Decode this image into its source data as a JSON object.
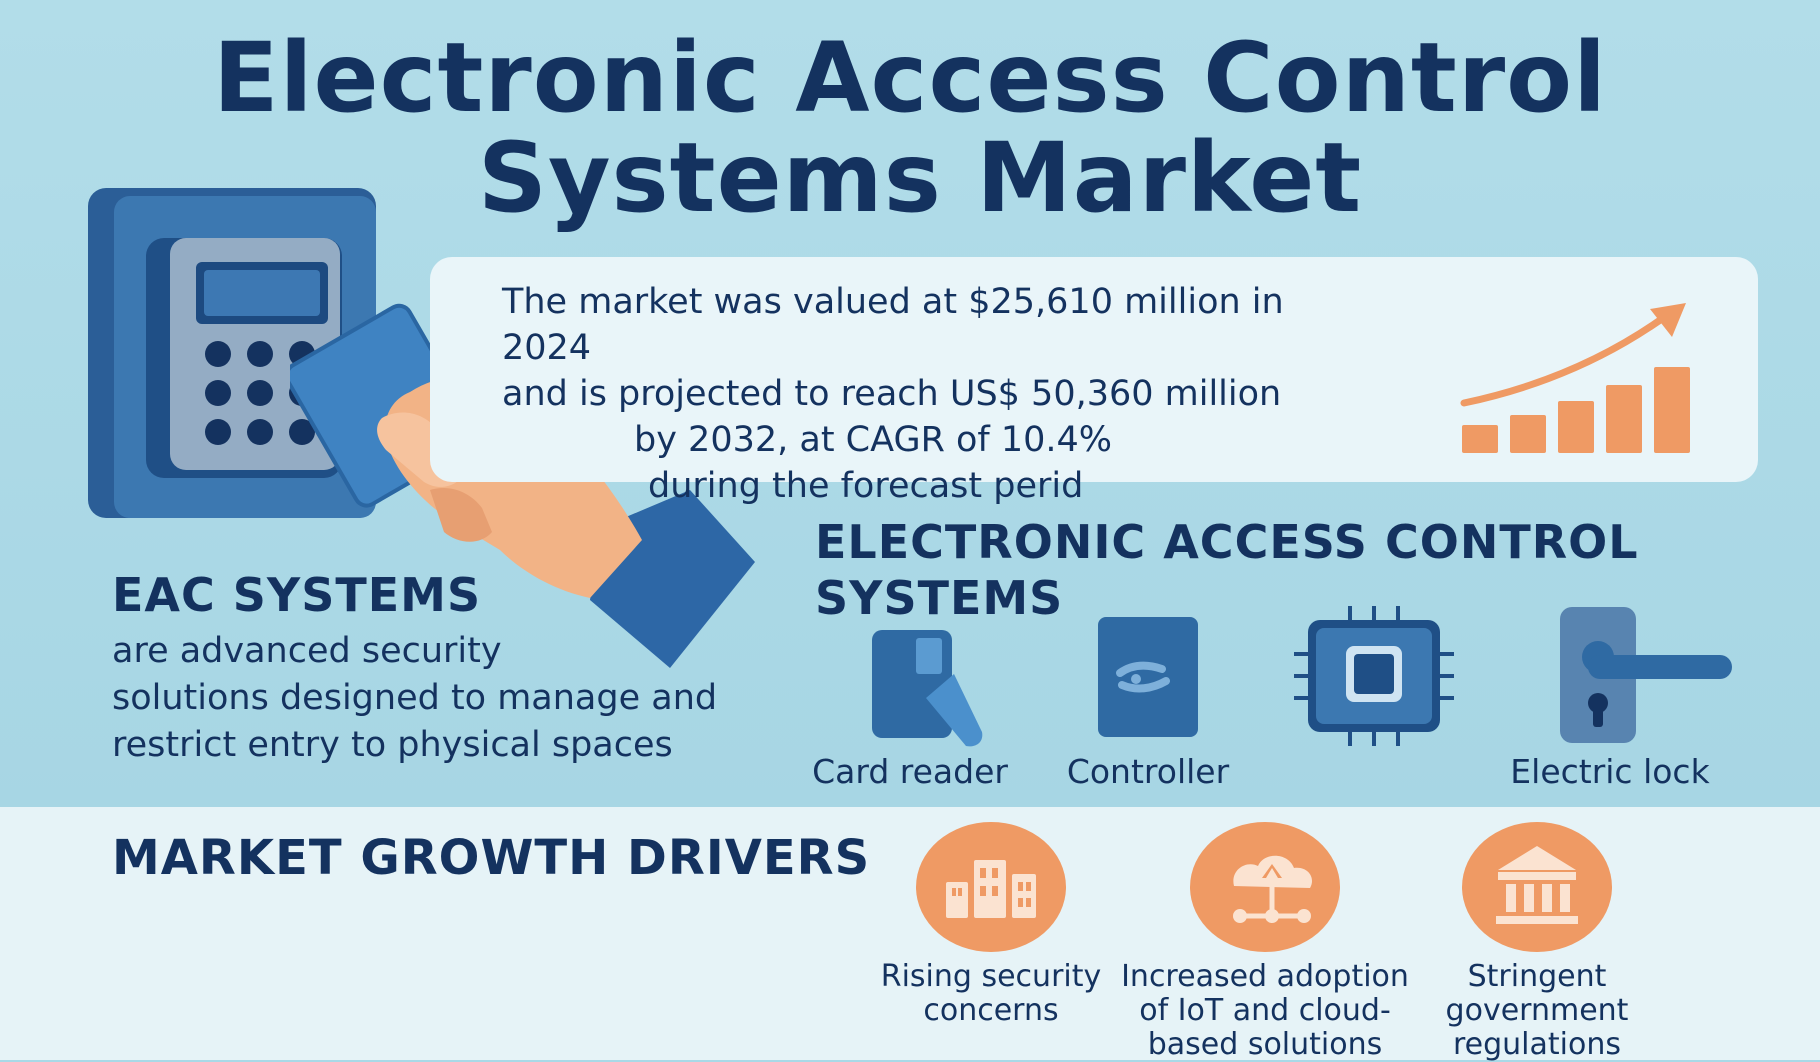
{
  "title": {
    "line1": "Electronic Access Control",
    "line2": "Systems Market"
  },
  "market_stat": {
    "line1": "The market was valued at $25,610 million in 2024",
    "line2": "and is projected to reach US$ 50,360 million",
    "line3": "by 2032, at CAGR of 10.4%",
    "line4": "during the forecast perid",
    "growth_icon": "rising-bar-chart-with-arrow-icon"
  },
  "eac": {
    "heading": "EAC SYSTEMS",
    "description_line1": "are advanced security",
    "description_line2": "solutions designed to manage and",
    "description_line3": "restrict entry to physical spaces",
    "illustration": "hand-holding-card-at-keypad"
  },
  "components": {
    "heading_line1": "ELECTRONIC ACCESS CONTROL",
    "heading_line2": "SYSTEMS",
    "items": [
      {
        "label": "Card reader",
        "icon": "card-reader-icon"
      },
      {
        "label": "Controller",
        "icon": "controller-icon"
      },
      {
        "label": "",
        "icon": "chip-icon"
      },
      {
        "label": "Electric lock",
        "icon": "electric-lock-icon"
      }
    ]
  },
  "drivers": {
    "heading": "MARKET GROWTH DRIVERS",
    "items": [
      {
        "line1": "Rising security",
        "line2": "concerns",
        "line3": "",
        "icon": "buildings-icon"
      },
      {
        "line1": "Increased adoption",
        "line2": "of IoT and cloud-",
        "line3": "based solutions",
        "icon": "cloud-network-icon"
      },
      {
        "line1": "Stringent",
        "line2": "government",
        "line3": "regulations",
        "icon": "government-building-icon"
      }
    ]
  },
  "colors": {
    "navy": "#14325f",
    "background": "#a9d9e7",
    "accent_orange": "#ef9a64",
    "icon_blue": "#2f6aa3"
  }
}
